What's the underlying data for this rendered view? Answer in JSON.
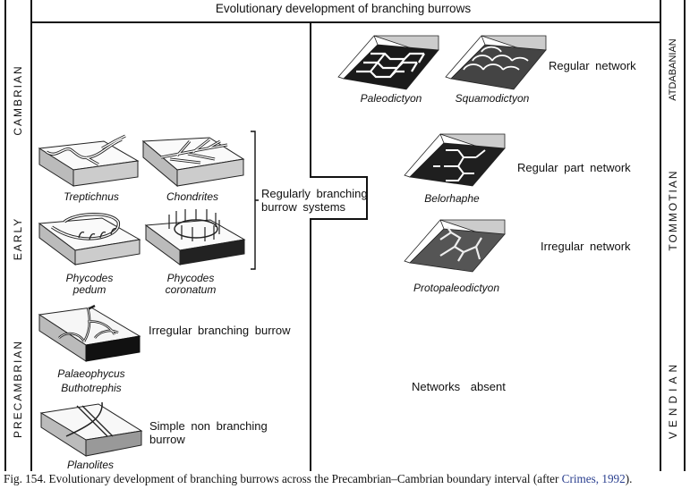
{
  "figure": {
    "title": "Evolutionary development of branching burrows",
    "left_axis": [
      "CAMBRIAN",
      "EARLY",
      "PRECAMBRIAN"
    ],
    "right_axis": [
      "ATDABANIAN",
      "TOMMOTIAN",
      "VENDIAN"
    ],
    "left_panel": {
      "regularly_branching": {
        "label_line1": "Regularly branching",
        "label_line2": "burrow systems",
        "taxa": [
          {
            "name": "Treptichnus"
          },
          {
            "name": "Chondrites"
          },
          {
            "name_line1": "Phycodes",
            "name_line2": "pedum"
          },
          {
            "name_line1": "Phycodes",
            "name_line2": "coronatum"
          }
        ]
      },
      "irregular": {
        "label": "Irregular branching burrow",
        "taxon_line1": "Palaeophycus",
        "taxon_line2": "Buthotrephis"
      },
      "simple": {
        "label_line1": "Simple non branching",
        "label_line2": "burrow",
        "taxon": "Planolites"
      }
    },
    "right_panel": {
      "regular_network": {
        "label": "Regular network",
        "taxa": [
          "Paleodictyon",
          "Squamodictyon"
        ]
      },
      "regular_part_network": {
        "label": "Regular part network",
        "taxon": "Belorhaphe"
      },
      "irregular_network": {
        "label": "Irregular network",
        "taxon": "Protopaleodictyon"
      },
      "absent": {
        "label": "Networks absent"
      }
    }
  },
  "caption": {
    "text_before": "Fig. 154. Evolutionary development of branching burrows across the Precambrian–Cambrian boundary interval (after ",
    "link": "Crimes, 1992",
    "text_after": ")."
  }
}
